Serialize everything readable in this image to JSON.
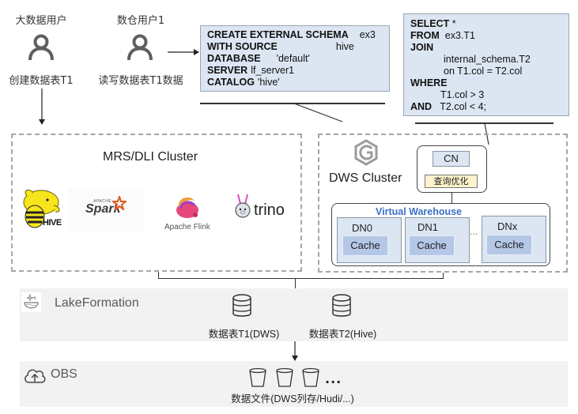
{
  "users": [
    {
      "title": "大数据用户",
      "action": "创建数据表T1",
      "icon": "user-icon"
    },
    {
      "title": "数仓用户1",
      "action": "读写数据表T1数据",
      "icon": "user-icon"
    }
  ],
  "schema_sql": {
    "lines": [
      {
        "keyword": "CREATE EXTERNAL SCHEMA",
        "value": "ex3"
      },
      {
        "keyword": "WITH SOURCE",
        "value": "hive"
      },
      {
        "keyword": "DATABASE",
        "value": "'default'"
      },
      {
        "keyword": "SERVER",
        "value": "lf_server1"
      },
      {
        "keyword": "CATALOG",
        "value": "'hive'"
      }
    ]
  },
  "query_sql": {
    "lines": [
      {
        "keyword": "SELECT",
        "value": "*"
      },
      {
        "keyword": "FROM",
        "value": "ex3.T1"
      },
      {
        "keyword": "JOIN",
        "value": ""
      },
      {
        "keyword": "",
        "value": "internal_schema.T2"
      },
      {
        "keyword": "",
        "value": "on T1.col = T2.col"
      },
      {
        "keyword": "WHERE",
        "value": ""
      },
      {
        "keyword": "",
        "value": "T1.col > 3"
      },
      {
        "keyword": "AND",
        "value": "T2.col < 4;"
      }
    ]
  },
  "mrs_cluster": {
    "title": "MRS/DLI Cluster",
    "engines": [
      {
        "name": "hive",
        "label": "HIVE",
        "icon": "hive-logo-icon"
      },
      {
        "name": "spark",
        "label": "Spark",
        "sublabel": "APACHE",
        "icon": "spark-logo-icon"
      },
      {
        "name": "flink",
        "label": "Apache Flink",
        "icon": "flink-logo-icon"
      },
      {
        "name": "trino",
        "label": "trino",
        "icon": "trino-logo-icon"
      }
    ]
  },
  "dws_cluster": {
    "title": "DWS Cluster",
    "icon": "dws-logo-icon",
    "cn": {
      "label": "CN",
      "optimizer": "查询优化"
    },
    "virtual_warehouse": {
      "title": "Virtual Warehouse",
      "ellipsis": "···",
      "nodes": [
        {
          "label": "DN0",
          "cache": "Cache"
        },
        {
          "label": "DN1",
          "cache": "Cache"
        },
        {
          "label": "DNx",
          "cache": "Cache"
        }
      ]
    }
  },
  "lakeformation": {
    "title": "LakeFormation",
    "icon": "lakeformation-icon",
    "tables": [
      {
        "label": "数据表T1(DWS)",
        "icon": "database-icon"
      },
      {
        "label": "数据表T2(Hive)",
        "icon": "database-icon"
      }
    ]
  },
  "obs": {
    "title": "OBS",
    "icon": "cloud-upload-icon",
    "files_label": "数据文件(DWS列存/Hudi/...)",
    "ellipsis": "...",
    "bucket_count": 3
  },
  "colors": {
    "sql_bg": "#dce6f2",
    "cache_bg": "#b4c7e7",
    "optimizer_bg": "#fff2cc",
    "vw_title": "#3a6fc8",
    "band_bg": "#f2f2f2",
    "dashed_border": "#a6a6a6"
  }
}
